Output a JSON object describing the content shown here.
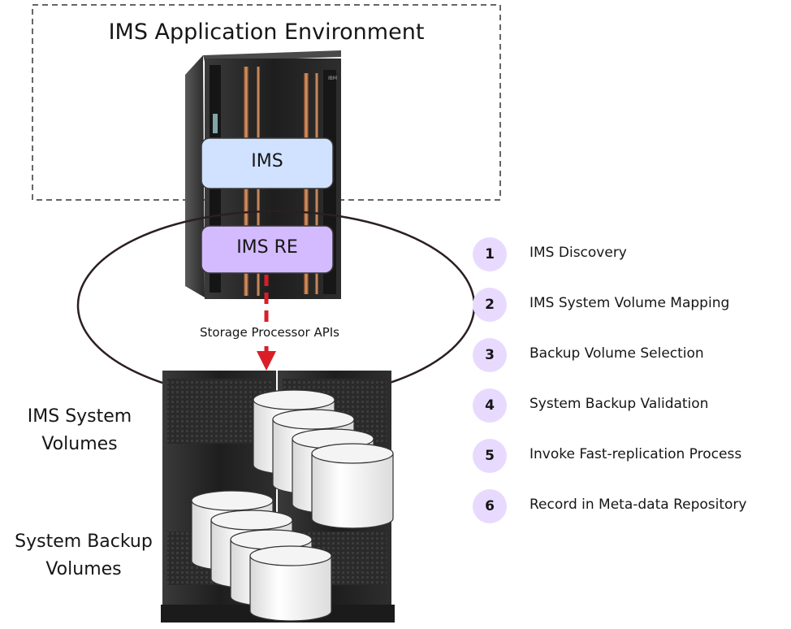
{
  "environment": {
    "title": "IMS Application Environment"
  },
  "components": {
    "ims": "IMS",
    "ims_re": "IMS RE"
  },
  "connector": {
    "label": "Storage Processor APIs"
  },
  "volumes": {
    "system_line1": "IMS System",
    "system_line2": "Volumes",
    "backup_line1": "System Backup",
    "backup_line2": "Volumes"
  },
  "steps": [
    {
      "number": "1",
      "label": "IMS Discovery"
    },
    {
      "number": "2",
      "label": "IMS System Volume Mapping"
    },
    {
      "number": "3",
      "label": "Backup Volume Selection"
    },
    {
      "number": "4",
      "label": "System Backup Validation"
    },
    {
      "number": "5",
      "label": "Invoke Fast-replication Process"
    },
    {
      "number": "6",
      "label": "Record in Meta-data Repository"
    }
  ],
  "colors": {
    "ims_box": "#d0e2ff",
    "ims_re_box": "#d4bbff",
    "step_badge": "#e8daff",
    "api_arrow": "#da1e28",
    "hardware": "#2b2b2b"
  },
  "icons": {
    "mainframe": "mainframe-server-icon",
    "storage": "storage-array-icon",
    "disk": "disk-volume-icon"
  }
}
